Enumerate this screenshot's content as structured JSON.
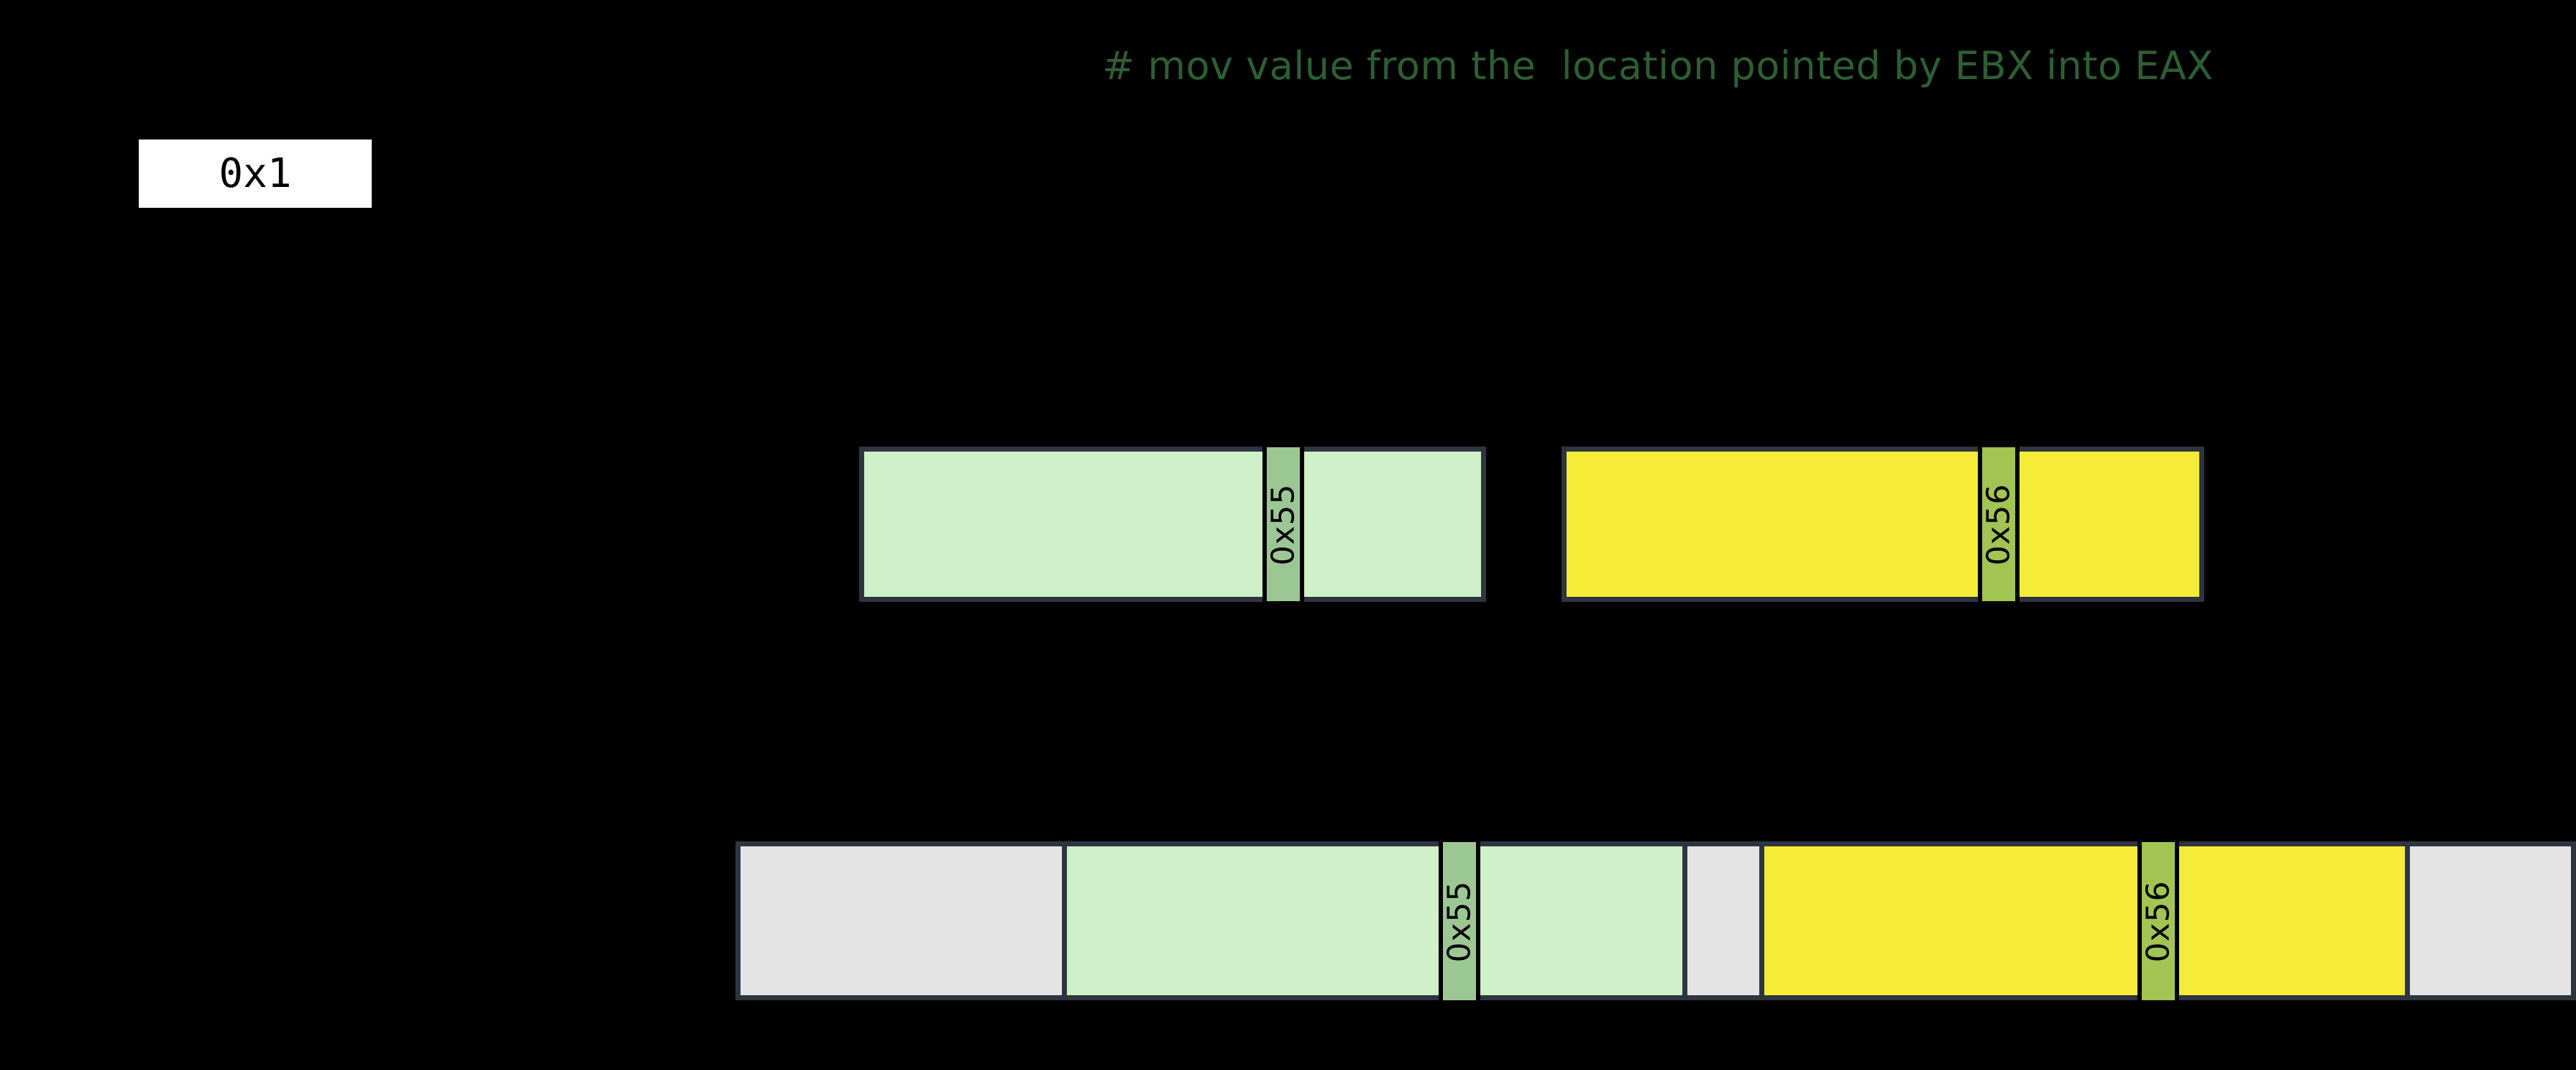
{
  "comment": {
    "text": "# mov value from the  location pointed by EBX into EAX"
  },
  "immediate_box": {
    "value": "0x1"
  },
  "middle_row": {
    "green_bar_marker_label": "0x55",
    "yellow_bar_marker_label": "0x56"
  },
  "memory_bar": {
    "green_marker_label": "0x55",
    "yellow_marker_label": "0x56"
  },
  "colors": {
    "background": "#000000",
    "comment_green": "#2d5e33",
    "bar_border": "#2e3440",
    "light_green_fill": "#cff0c8",
    "green_marker_fill": "#9cc795",
    "yellow_fill": "#f5ec3a",
    "yellow_marker_fill": "#a1c452",
    "gray_fill": "#e4e4e4",
    "box_bg": "#ffffff",
    "marker_border": "#000000"
  }
}
